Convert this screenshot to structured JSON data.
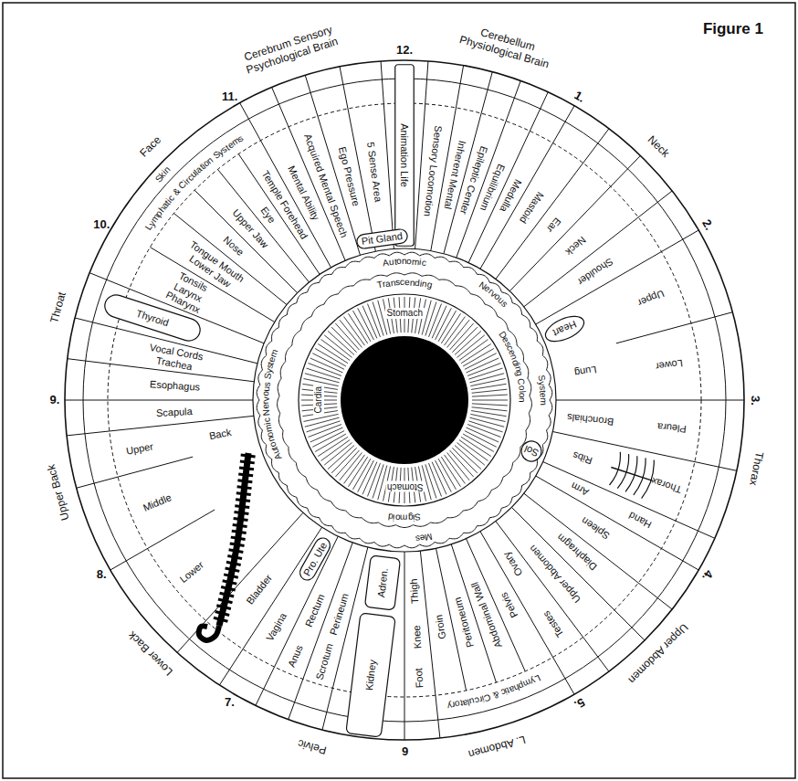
{
  "diagram": {
    "title": "Figure 1",
    "nodes": [
      {
        "text": [
          "Animation Life"
        ]
      },
      {
        "text": [
          "Heart"
        ]
      },
      {
        "text": [
          "Sol"
        ]
      },
      {
        "text": [
          "Adren."
        ]
      },
      {
        "text": [
          "Kidney"
        ]
      },
      {
        "text": [
          "Pro. Ute"
        ]
      },
      {
        "text": [
          "Thyroid"
        ]
      },
      {
        "text": [
          "Pit Gland"
        ]
      }
    ],
    "labels": [
      "12.",
      "1.",
      "2.",
      "3.",
      "4.",
      "5.",
      "6",
      "7.",
      "8.",
      "9.",
      "10.",
      "11.",
      "Cerebrum Sensory Psychological Brain",
      "Cerebellum Physiological Brain",
      "Neck",
      "Thorax",
      "Upper Abdomen",
      "L. Abdomen",
      "Pelvic",
      "Lower Back",
      "Upper Back",
      "Throat",
      "Face",
      "Sensory Locomotion",
      "Inherent Mental",
      "Epileptic Center",
      "Equilibrium",
      "Medulla",
      "Mastoid",
      "Ear",
      "Neck",
      "Shoulder",
      "Lung",
      "Upper",
      "Lower",
      "Bronchials",
      "Pleura",
      "Thorax",
      "Ribs",
      "Arm",
      "Hand",
      "Spleen",
      "Diaphragm",
      "Upper Abdomen",
      "Ovary",
      "Testes",
      "Pelvis",
      "Abdominal Wall",
      "Peritoneum",
      "Groin",
      "Thigh",
      "Knee",
      "Foot",
      "Perineum",
      "Scrotum",
      "Rectum",
      "Anus",
      "Vagina",
      "Bladder",
      "Lower",
      "Middle",
      "Upper",
      "Back",
      "Scapula",
      "Esophagus",
      "Vocal Cords Trachea",
      "Tonsils Larynx Pharynx",
      "Tongue Mouth Lower Jaw",
      "Nose",
      "Upper Jaw",
      "Eye",
      "Temple Forehead",
      "Mental Ability",
      "Acquired Mental Speech",
      "Ego Pressure",
      "5 Sense Area",
      "Stomach",
      "Stomach",
      "Cardia",
      "Transcending",
      "Autonomic",
      "Nervous",
      "Descending Colon",
      "System",
      "Mes",
      "Sigmoid",
      "Autonomic Nervous System",
      "Lymphatic & Circulatory",
      "Lymphatic & Circulation Systems",
      "Skin"
    ]
  }
}
